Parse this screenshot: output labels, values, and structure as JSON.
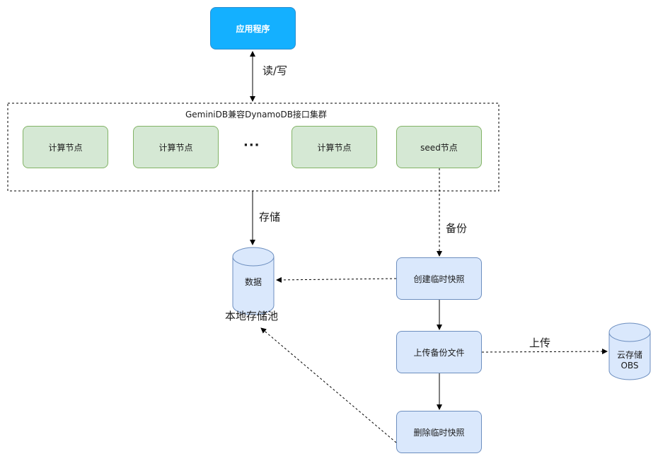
{
  "app": {
    "label": "应用程序"
  },
  "cluster": {
    "title": "GeminiDB兼容DynamoDB接口集群",
    "nodes": [
      "计算节点",
      "计算节点",
      "计算节点"
    ],
    "ellipsis": "···",
    "seed_node": "seed节点"
  },
  "edges": {
    "read_write": "读/写",
    "storage": "存储",
    "backup": "备份",
    "upload": "上传"
  },
  "storage": {
    "data_label": "数据",
    "pool_label": "本地存储池"
  },
  "process": {
    "create_snapshot": "创建临时快照",
    "upload_backup": "上传备份文件",
    "delete_snapshot": "删除临时快照"
  },
  "cloud": {
    "label": "云存储\nOBS"
  },
  "colors": {
    "app_fill": "#14b0ff",
    "compute_fill": "#d5e8d4",
    "compute_border": "#82b366",
    "process_fill": "#dae8fc",
    "process_border": "#6c8ebf"
  }
}
